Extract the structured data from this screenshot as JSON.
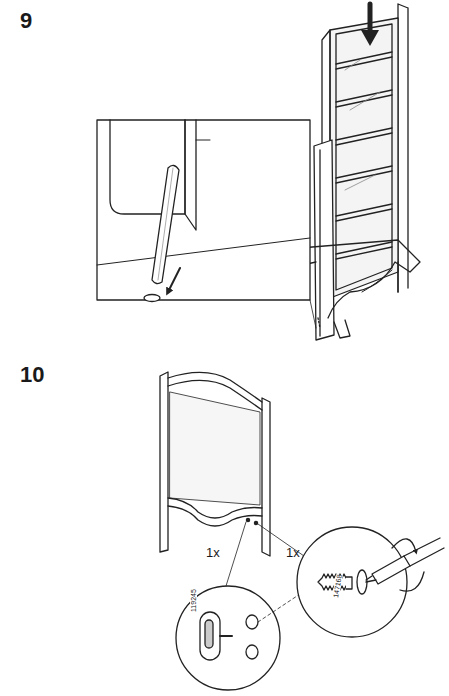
{
  "diagram": {
    "labels": [
      "9",
      "10",
      "1x",
      "1x",
      "119245",
      "147168"
    ]
  }
}
